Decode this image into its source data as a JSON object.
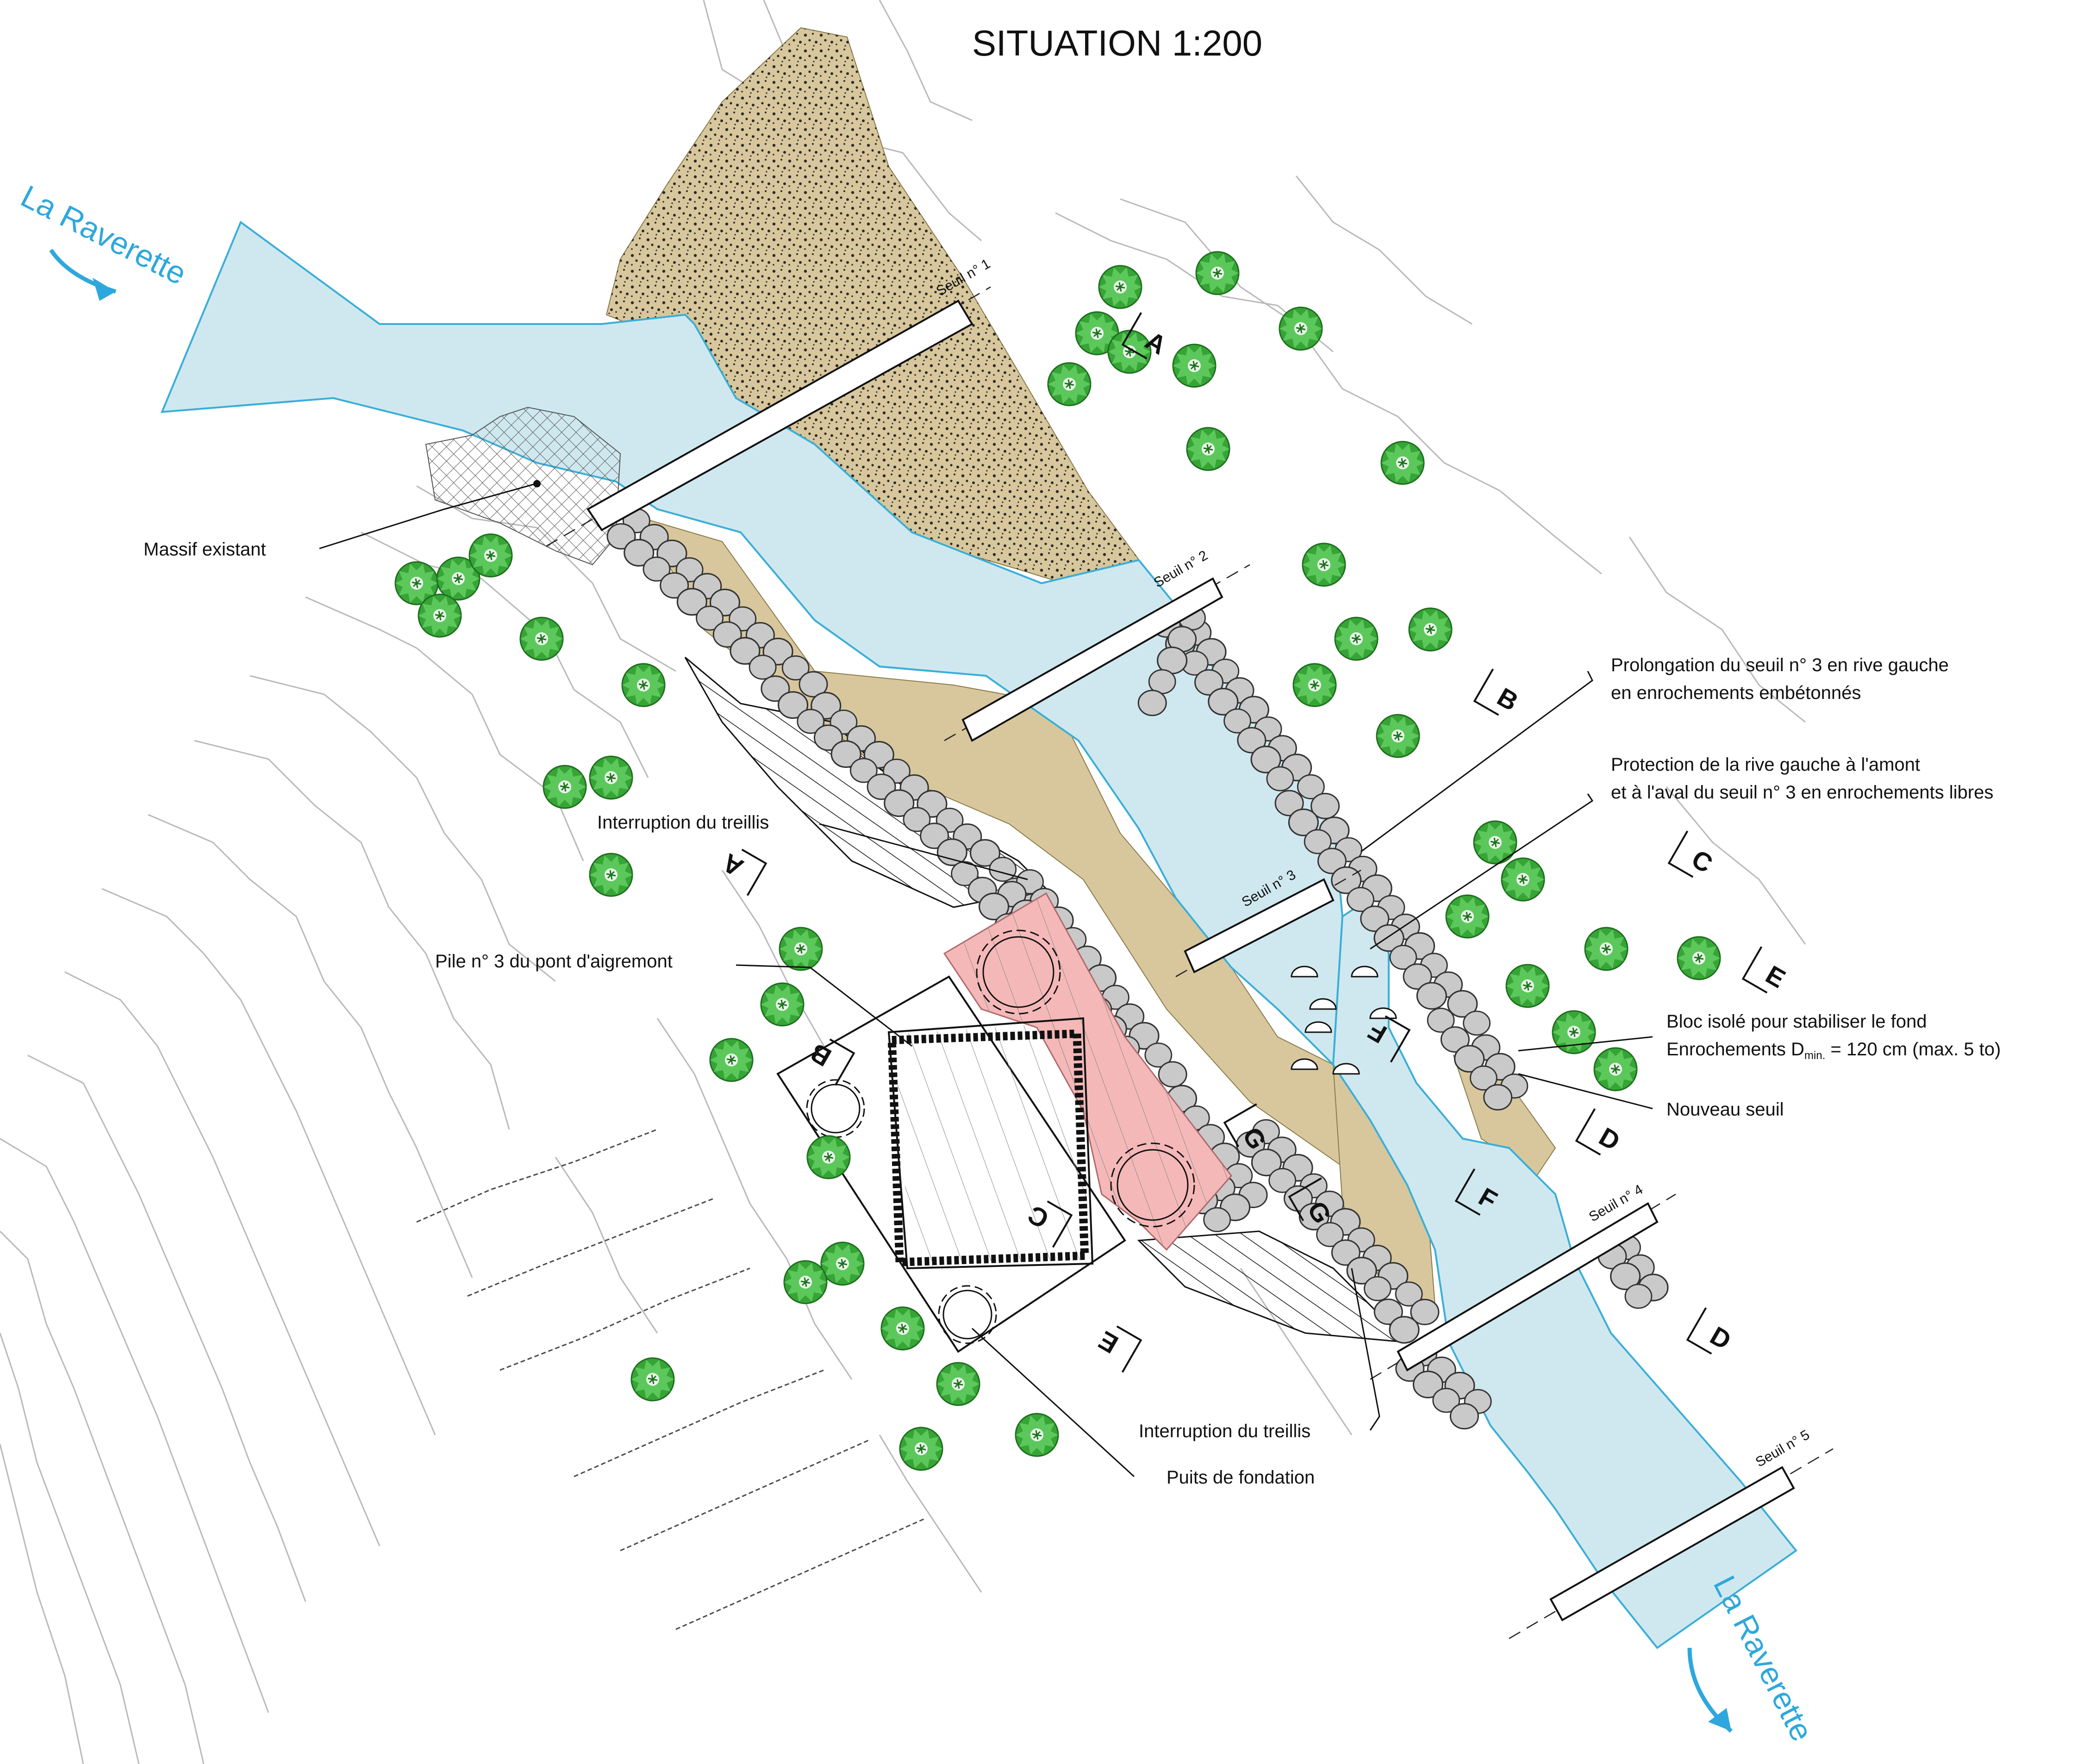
{
  "title": "SITUATION 1:200",
  "river": {
    "name_upstream": "La Raverette",
    "name_downstream": "La Raverette"
  },
  "annotations": {
    "massif": "Massif existant",
    "prolongation_line1": "Prolongation du seuil n° 3 en rive gauche",
    "prolongation_line2": "en enrochements embétonnés",
    "protection_line1": "Protection de la rive gauche à l'amont",
    "protection_line2": "et à l'aval du seuil n° 3 en enrochements libres",
    "interruption_top": "Interruption du treillis",
    "pile": "Pile n° 3 du pont d'aigremont",
    "bloc_line1": "Bloc isolé pour stabiliser le fond",
    "bloc_line2_prefix": "Enrochements D",
    "bloc_line2_sub": "min.",
    "bloc_line2_suffix": " = 120 cm (max. 5 to)",
    "nouveau_seuil": "Nouveau seuil",
    "interruption_bottom": "Interruption du treillis",
    "puits": "Puits de fondation"
  },
  "seuils": {
    "s1": "Seuil n° 1",
    "s2": "Seuil n° 2",
    "s3": "Seuil n° 3",
    "s4": "Seuil n° 4",
    "s5": "Seuil n° 5"
  },
  "sections": {
    "a": "A",
    "b": "B",
    "c": "C",
    "d": "D",
    "e": "E",
    "f": "F",
    "g": "G"
  },
  "colors": {
    "water": "#cfe8ef",
    "water_stroke": "#3aaed8",
    "gravel": "#d8c79c",
    "pier": "#f5b8b8",
    "stone": "#c8c8c8",
    "tree": "#36a536",
    "river_label": "#2ea8dc"
  }
}
